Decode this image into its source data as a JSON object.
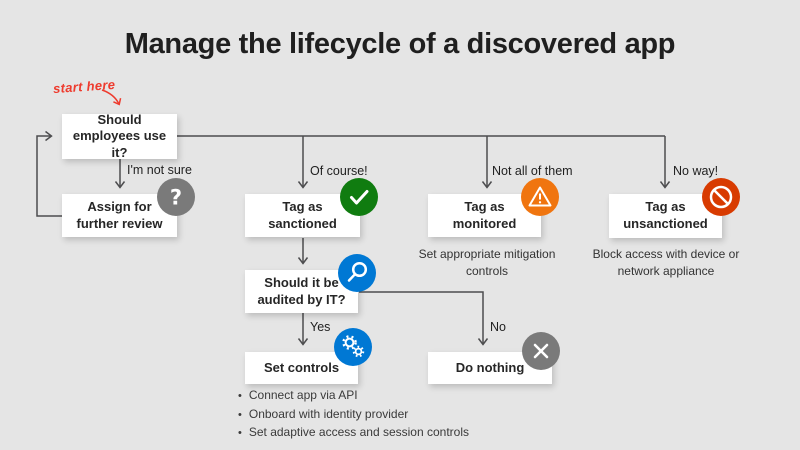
{
  "title": "Manage the lifecycle of a discovered app",
  "start_hint": "start here",
  "boxes": {
    "question1": "Should employees use it?",
    "review": "Assign for further review",
    "sanctioned": "Tag as sanctioned",
    "monitored": "Tag as monitored",
    "unsanctioned": "Tag as unsanctioned",
    "question2": "Should it be audited by IT?",
    "set_controls": "Set controls",
    "do_nothing": "Do nothing"
  },
  "edge_labels": {
    "not_sure": "I'm not sure",
    "of_course": "Of course!",
    "not_all": "Not all of them",
    "no_way": "No way!",
    "yes": "Yes",
    "no": "No"
  },
  "notes": {
    "monitored": "Set appropriate mitigation controls",
    "unsanctioned": "Block access with device or network appliance"
  },
  "bullets": [
    "Connect app via API",
    "Onboard with identity provider",
    "Set adaptive access and session controls"
  ],
  "bullet_glyph": "•",
  "question_glyph": "?",
  "icons": {
    "question": {
      "name": "question-icon",
      "color": "#7a7a7a"
    },
    "check": {
      "name": "check-icon",
      "color": "#107c10"
    },
    "warning": {
      "name": "warning-icon",
      "color": "#f0750f"
    },
    "block": {
      "name": "block-icon",
      "color": "#d83b01"
    },
    "search": {
      "name": "search-icon",
      "color": "#0078d4"
    },
    "gears": {
      "name": "gears-icon",
      "color": "#0078d4"
    },
    "x": {
      "name": "x-icon",
      "color": "#7a7a7a"
    }
  },
  "line_color": "#4d4d4f",
  "annotation_color": "#ee3b2e"
}
